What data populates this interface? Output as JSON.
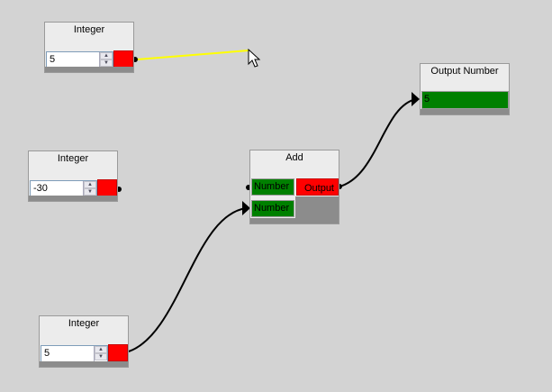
{
  "nodes": {
    "integer_top": {
      "title": "Integer",
      "value": "5"
    },
    "integer_mid": {
      "title": "Integer",
      "value": "-30"
    },
    "integer_bottom": {
      "title": "Integer",
      "value": "5"
    },
    "add": {
      "title": "Add",
      "input1_label": "Number",
      "input2_label": "Number",
      "output_label": "Output"
    },
    "output_number": {
      "title": "Output Number",
      "value": "5"
    }
  },
  "icons": {
    "spin_up": "▲",
    "spin_down": "▼"
  },
  "colors": {
    "canvas": "#d3d3d3",
    "port_output": "#ff0000",
    "port_input": "#008000",
    "wire_dragging": "#ffff00",
    "wire_connected": "#000000"
  }
}
